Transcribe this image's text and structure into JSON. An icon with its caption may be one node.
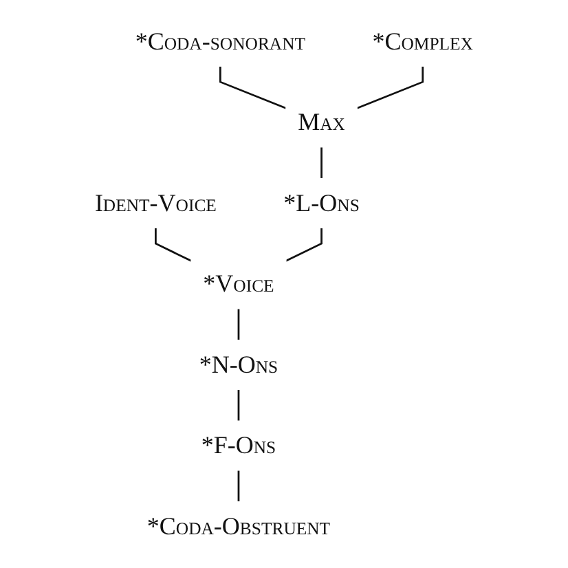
{
  "diagram": {
    "nodes": [
      {
        "text": [
          "*Coda-sonorant"
        ]
      },
      {
        "text": [
          "*Complex"
        ]
      },
      {
        "text": [
          "Max"
        ]
      },
      {
        "text": [
          "Ident-Voice"
        ]
      },
      {
        "text": [
          "*L-Ons"
        ]
      },
      {
        "text": [
          "*Voice"
        ]
      },
      {
        "text": [
          "*N-Ons"
        ]
      },
      {
        "text": [
          "*F-Ons"
        ]
      },
      {
        "text": [
          "*Coda-Obstruent"
        ]
      }
    ],
    "edges": [
      {
        "from": 0,
        "to": 2,
        "arrow": "none"
      },
      {
        "from": 1,
        "to": 2,
        "arrow": "none"
      },
      {
        "from": 2,
        "to": 4,
        "arrow": "none"
      },
      {
        "from": 3,
        "to": 5,
        "arrow": "none"
      },
      {
        "from": 4,
        "to": 5,
        "arrow": "none"
      },
      {
        "from": 5,
        "to": 6,
        "arrow": "none"
      },
      {
        "from": 6,
        "to": 7,
        "arrow": "none"
      },
      {
        "from": 7,
        "to": 8,
        "arrow": "none"
      }
    ]
  }
}
